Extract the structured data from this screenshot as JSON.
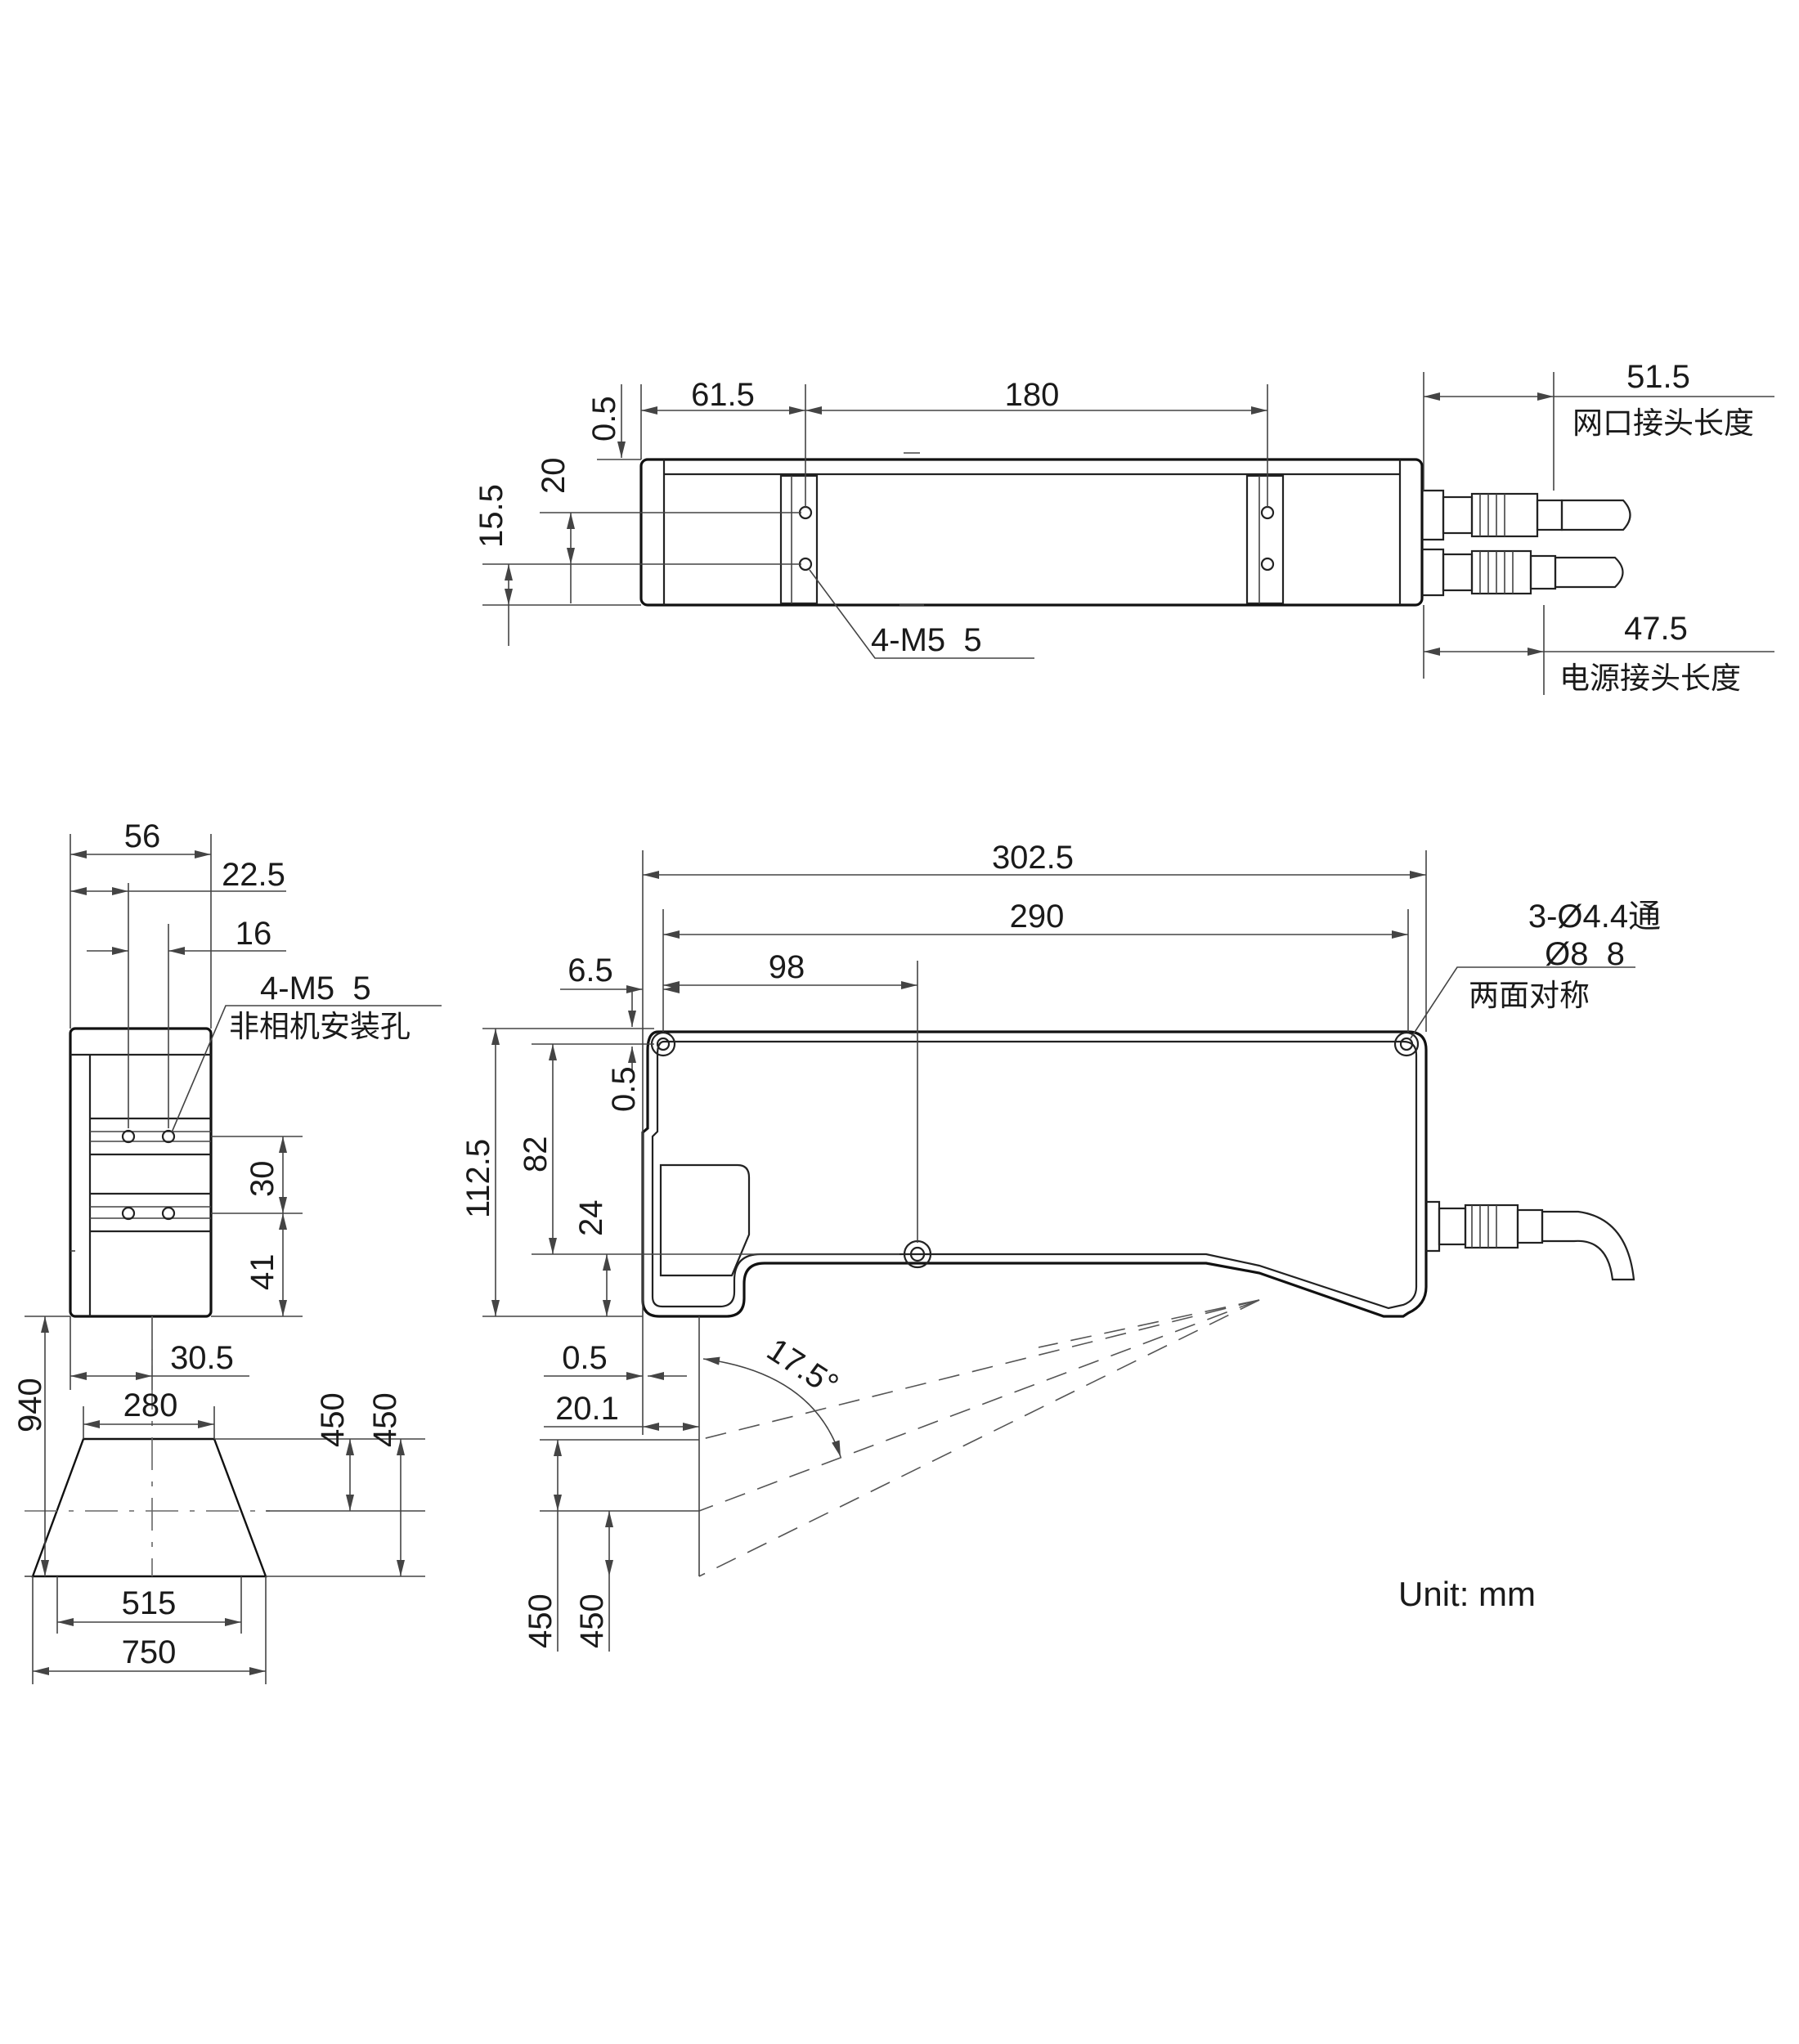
{
  "top_view": {
    "dims": {
      "d0_5": "0.5",
      "d61_5": "61.5",
      "d180": "180",
      "d20": "20",
      "d15_5": "15.5",
      "d51_5": "51.5",
      "d47_5": "47.5",
      "thread": "4-M5  5"
    },
    "labels": {
      "net_connector": "网口接头长度",
      "power_connector": "电源接头长度"
    }
  },
  "end_view": {
    "dims": {
      "d56": "56",
      "d22_5": "22.5",
      "d16": "16",
      "d30": "30",
      "d41": "41",
      "d30_5": "30.5",
      "thread": "4-M5  5"
    },
    "labels": {
      "mount_holes": "非相机安装孔"
    }
  },
  "side_view": {
    "dims": {
      "d302_5": "302.5",
      "d290": "290",
      "d98": "98",
      "d6_5": "6.5",
      "d0_5a": "0.5",
      "d82": "82",
      "d112_5": "112.5",
      "d24": "24",
      "d0_5b": "0.5",
      "d20_1": "20.1",
      "angle": "17.5°",
      "d450a": "450",
      "d450b": "450"
    },
    "labels": {
      "hole_spec": "3-Ø4.4通",
      "counterbore": "Ø8  8",
      "symmetric": "两面对称"
    }
  },
  "fov_view": {
    "dims": {
      "d940": "940",
      "d280": "280",
      "d450a": "450",
      "d450b": "450",
      "d515": "515",
      "d750": "750"
    }
  },
  "unit_label": "Unit: mm"
}
